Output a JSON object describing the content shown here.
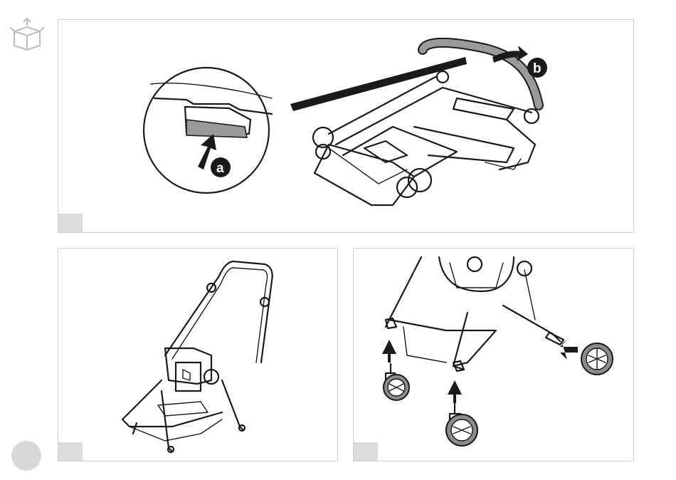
{
  "callouts": {
    "a": "a",
    "b": "b"
  },
  "icons": {
    "corner": "unboxing-icon",
    "page": "page-marker-circle"
  },
  "colors": {
    "line": "#1a1a1a",
    "highlight": "#9a9a9a",
    "panel_border": "#cfcfcf",
    "badge": "#dcdcdc",
    "wheel_fill": "#8c8c8c"
  }
}
